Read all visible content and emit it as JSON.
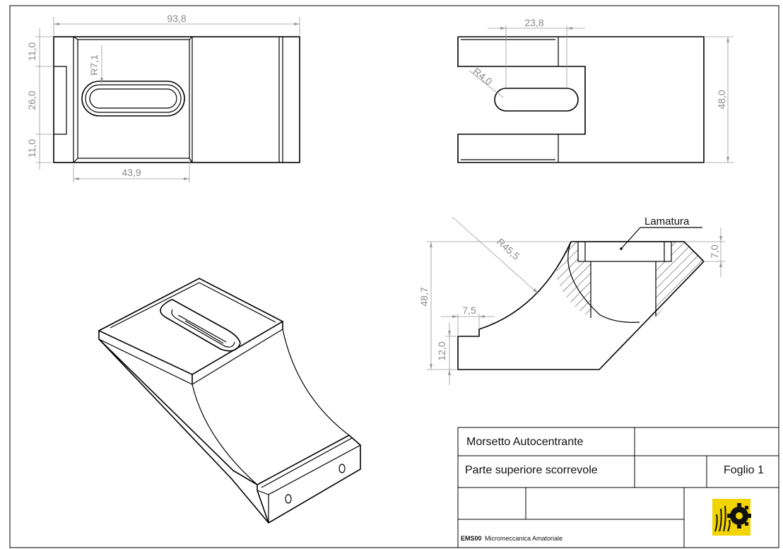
{
  "dimensions": {
    "top_width": "93,8",
    "top_h1": "11,0",
    "top_h2": "26,0",
    "top_h3": "11,0",
    "top_bottom_width": "43,9",
    "top_radius": "R7,1",
    "side_width": "23,8",
    "side_radius": "R4,0",
    "side_height": "48,0",
    "section_radius": "R45,5",
    "section_height": "48,7",
    "section_step_width": "7,5",
    "section_step_height": "12,0",
    "section_counterbore_depth": "7,0",
    "callout": "Lamatura"
  },
  "title_block": {
    "title": "Morsetto Autocentrante",
    "part_name": "Parte superiore scorrevole",
    "sheet": "Foglio 1",
    "brand_bold": "EMS00",
    "brand_text": "Micromeccanica Amatoriale"
  },
  "colors": {
    "logo_yellow": "#f2d400",
    "logo_black": "#111111"
  }
}
